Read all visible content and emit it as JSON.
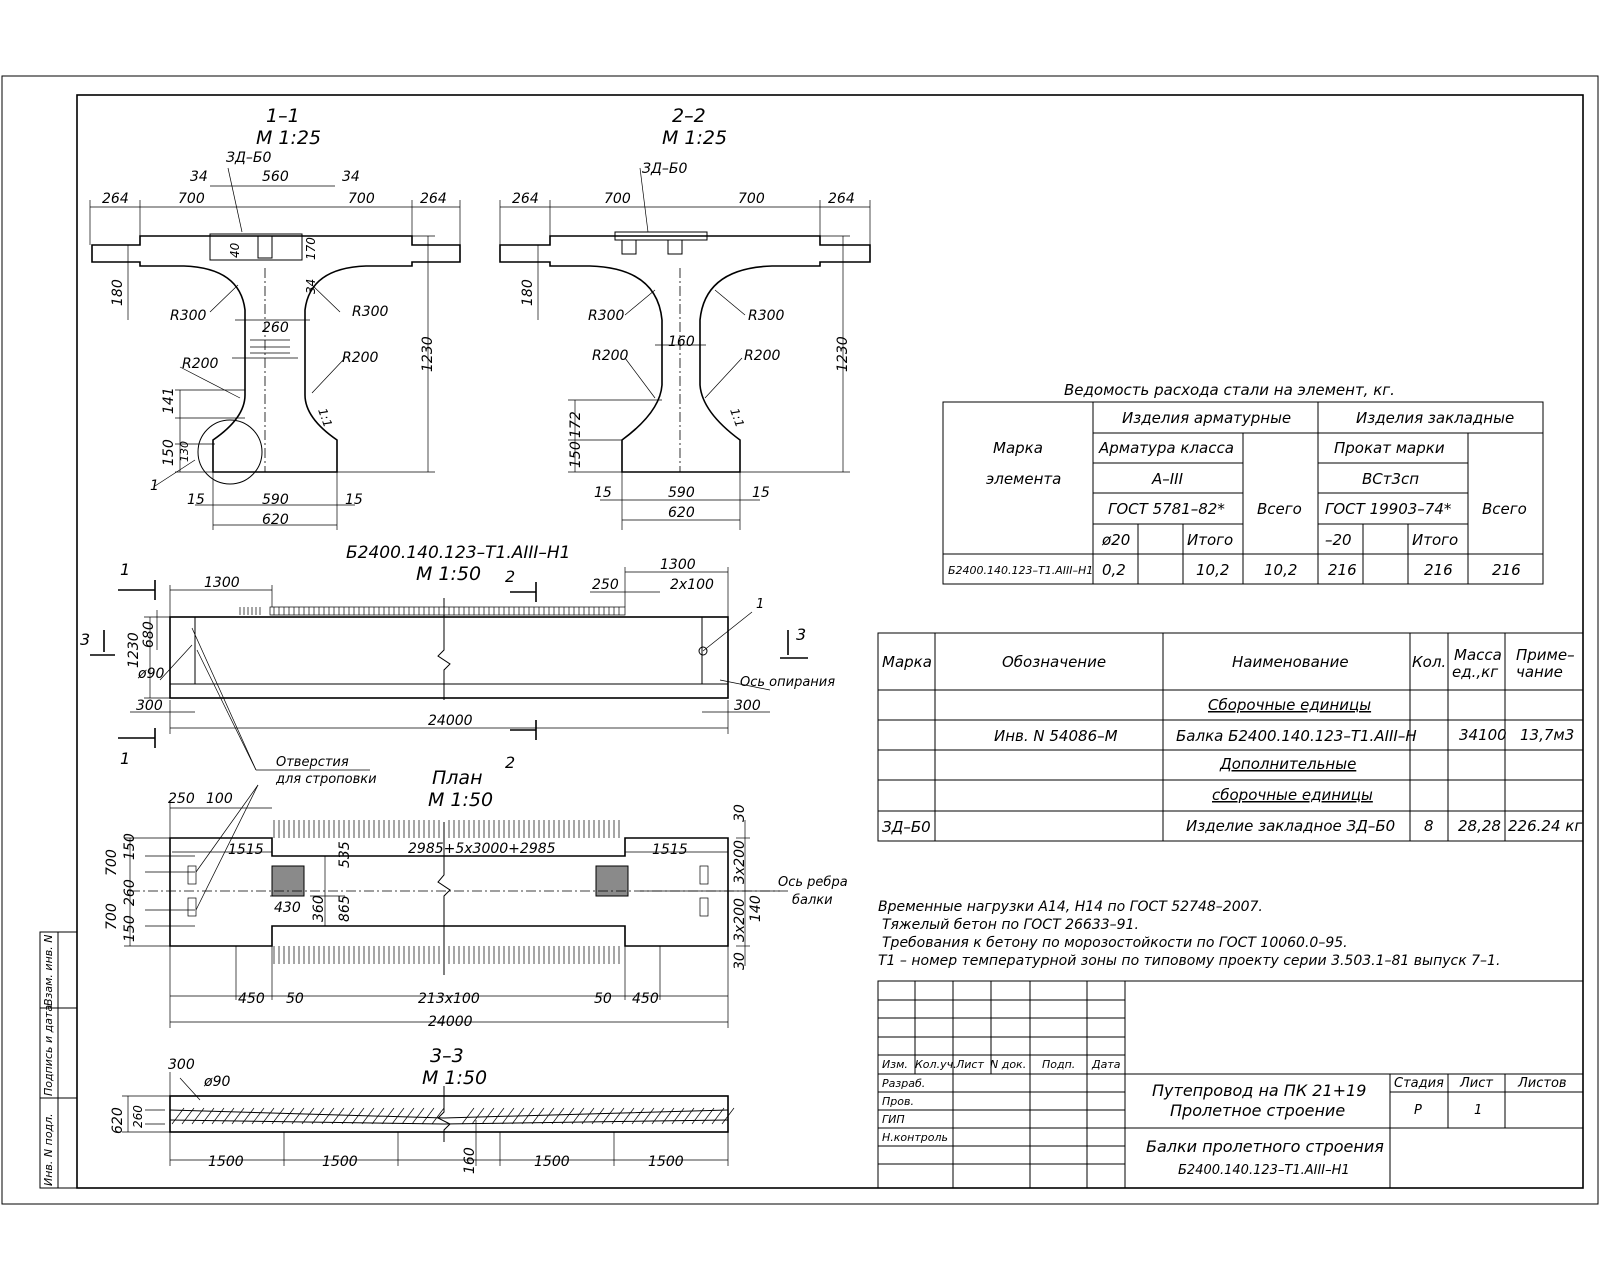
{
  "section_1_1": {
    "title": "1–1",
    "scale": "М 1:25",
    "embedded": "ЗД–Б0",
    "dims": [
      "264",
      "700",
      "560",
      "700",
      "264",
      "34",
      "34",
      "40",
      "170",
      "34",
      "180",
      "260",
      "1230",
      "141",
      "150",
      "130",
      "15",
      "590",
      "15",
      "620",
      "1"
    ],
    "radii": [
      "R300",
      "R300",
      "R200",
      "R200"
    ],
    "slope": "1:1"
  },
  "section_2_2": {
    "title": "2–2",
    "scale": "М 1:25",
    "embedded": "ЗД–Б0",
    "dims": [
      "264",
      "700",
      "700",
      "264",
      "180",
      "160",
      "1230",
      "150",
      "172",
      "15",
      "590",
      "15",
      "620"
    ],
    "radii": [
      "R300",
      "R300",
      "R200",
      "R200"
    ],
    "slope": "1:1"
  },
  "elevation": {
    "title": "Б2400.140.123–Т1.АIII–Н1",
    "scale": "М 1:50",
    "marks": [
      "1",
      "1",
      "2",
      "2",
      "3",
      "3",
      "1"
    ],
    "dims": [
      "1300",
      "1300",
      "250",
      "2x100",
      "680",
      "1230",
      "ø90",
      "300",
      "24000",
      "300"
    ],
    "support_axis": "Ось опирания",
    "lifting_holes": [
      "Отверстия",
      "для строповки"
    ]
  },
  "plan": {
    "title": "План",
    "scale": "М 1:50",
    "dims": [
      "250",
      "100",
      "1515",
      "2985+5x3000+2985",
      "1515",
      "535",
      "430",
      "360",
      "865",
      "700",
      "150",
      "260",
      "150",
      "700",
      "30",
      "3x200",
      "140",
      "3x200",
      "30",
      "450",
      "50",
      "213x100",
      "50",
      "450",
      "24000"
    ],
    "rib_axis": [
      "Ось ребра",
      "балки"
    ]
  },
  "section_3_3": {
    "title": "3–3",
    "scale": "М 1:50",
    "dims": [
      "300",
      "ø90",
      "620",
      "260",
      "1500",
      "1500",
      "160",
      "1500",
      "1500"
    ]
  },
  "steel_table": {
    "caption": "Ведомость расхода стали на элемент, кг.",
    "h_mark": [
      "Марка",
      "элемента"
    ],
    "h_rebar": "Изделия арматурные",
    "h_embedded": "Изделия закладные",
    "h_rebar_class": "Арматура класса",
    "rebar_class": "А–III",
    "rebar_gost": "ГОСТ 5781–82*",
    "h_profile": "Прокат марки",
    "profile_grade": "ВСт3сп",
    "profile_gost": "ГОСТ 19903–74*",
    "total": "Всего",
    "sub1": "ø20",
    "sub2": "Итого",
    "sub3": "–20",
    "sub4": "Итого",
    "total2": "Всего",
    "row": [
      "Б2400.140.123–Т1.АIII–Н1",
      "0,2",
      "10,2",
      "10,2",
      "216",
      "216",
      "216"
    ]
  },
  "spec_table": {
    "headers": [
      "Марка",
      "Обозначение",
      "Наименование",
      "Кол.",
      "Масса ед.,кг",
      "Приме– чание"
    ],
    "h_mass": [
      "Масса",
      "ед.,кг"
    ],
    "h_note": [
      "Приме–",
      "чание"
    ],
    "r1": "Сборочные единицы",
    "r2": [
      "",
      "Инв. N 54086–М",
      "Балка Б2400.140.123–Т1.АIII–Н",
      "",
      "34100",
      "13,7м3"
    ],
    "r3": "Дополнительные",
    "r4": "сборочные единицы",
    "r5": [
      "ЗД–Б0",
      "",
      "Изделие закладное ЗД–Б0",
      "8",
      "28,28",
      "226.24 кг"
    ]
  },
  "notes": [
    "Временные нагрузки А14, Н14 по ГОСТ 52748–2007.",
    "Тяжелый бетон по ГОСТ 26633–91.",
    "Требования к бетону по морозостойкости по ГОСТ 10060.0–95.",
    "Т1 – номер температурной зоны по типовому проекту серии 3.503.1–81 выпуск 7–1."
  ],
  "title_block": {
    "cols": [
      "Изм.",
      "Кол.уч.",
      "Лист",
      "N док.",
      "Подп.",
      "Дата"
    ],
    "roles": [
      "Разраб.",
      "Пров.",
      "ГИП",
      "Н.контроль"
    ],
    "project1": "Путепровод на ПК 21+19",
    "project2": "Пролетное строение",
    "h_stage": "Стадия",
    "h_sheet": "Лист",
    "h_sheets": "Листов",
    "stage": "Р",
    "sheet": "1",
    "doc1": "Балки пролетного строения",
    "doc2": "Б2400.140.123–Т1.АIII–Н1"
  },
  "side_stamp": [
    "Инв. N подл.",
    "Подпись и дата",
    "Взам. инв. N"
  ]
}
